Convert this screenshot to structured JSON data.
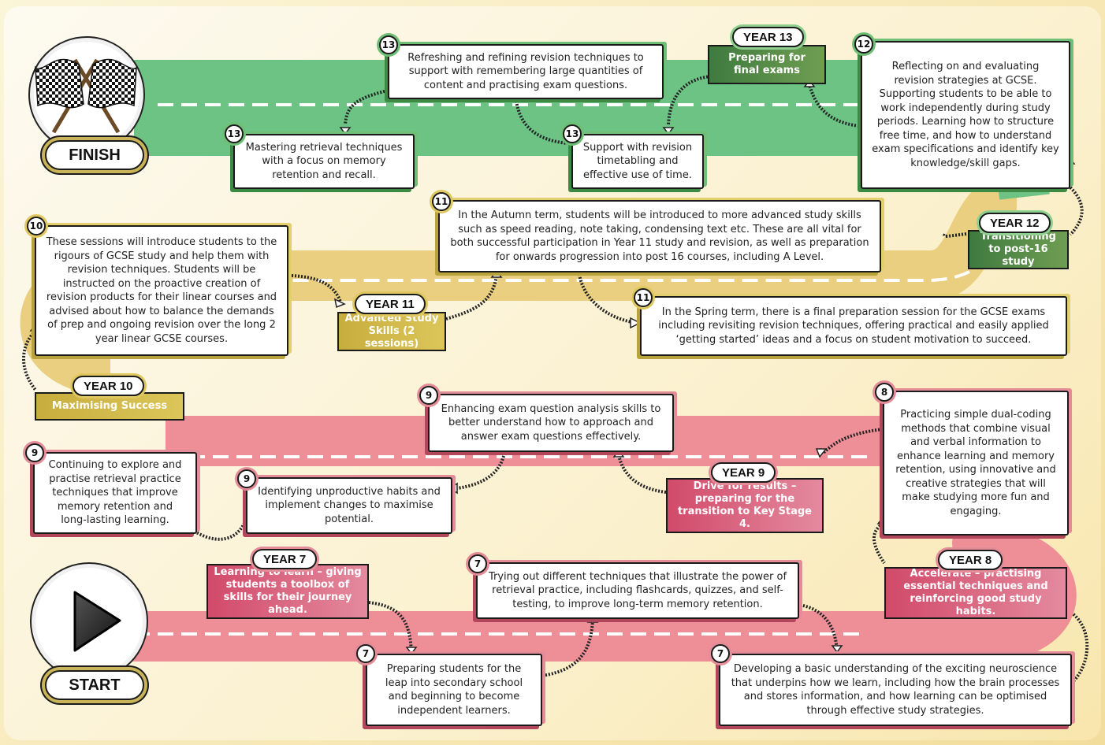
{
  "labels": {
    "finish": "FINISH",
    "start": "START"
  },
  "colors": {
    "green_road": "#6cc384",
    "yellow_road": "#e9cf7f",
    "red_road": "#ee8f98",
    "dash": "#ffffff"
  },
  "icons": {
    "finish": "checkered-flags-icon",
    "start": "play-icon"
  },
  "years": {
    "y13": {
      "pill": "YEAR 13",
      "title": "Preparing for final exams"
    },
    "y12": {
      "pill": "YEAR 12",
      "title": "Transitioning to post-16 study"
    },
    "y11": {
      "pill": "YEAR 11",
      "title": "Advanced Study Skills (2 sessions)"
    },
    "y10": {
      "pill": "YEAR 10",
      "title": "Maximising Success"
    },
    "y9": {
      "pill": "YEAR 9",
      "title": "Drive for results – preparing for the transition to Key Stage 4."
    },
    "y8": {
      "pill": "YEAR 8",
      "title": "Accelerate – practising essential techniques and reinforcing good study habits."
    },
    "y7": {
      "pill": "YEAR 7",
      "title": "Learning to learn – giving students a toolbox of skills for their journey ahead."
    }
  },
  "steps": {
    "s13a": {
      "num": "13",
      "text": "Refreshing and refining revision techniques to support with remembering large quantities of content and practising exam questions."
    },
    "s13b": {
      "num": "13",
      "text": "Mastering retrieval techniques with a focus on memory retention and recall."
    },
    "s13c": {
      "num": "13",
      "text": "Support with revision timetabling and effective use of time."
    },
    "s12": {
      "num": "12",
      "text": "Reflecting on and evaluating revision strategies at GCSE. Supporting students to be able to work independently during study periods. Learning how to structure free time, and how to understand exam specifications and identify key knowledge/skill gaps."
    },
    "s11a": {
      "num": "11",
      "text": "In the Autumn term, students will be introduced to more advanced study skills such as speed reading, note taking, condensing text etc. These are all vital for both successful participation in Year 11 study and revision, as well as preparation for onwards progression into post 16 courses, including A Level."
    },
    "s11b": {
      "num": "11",
      "text": "In the Spring term, there is a final preparation session for the GCSE exams including revisiting revision techniques, offering practical and easily applied ‘getting started’ ideas and a focus on student motivation to succeed."
    },
    "s10": {
      "num": "10",
      "text": "These sessions will introduce students to the rigours of GCSE study and help them with revision techniques. Students will be instructed on the proactive creation of revision products for their linear courses and advised about how to balance the demands of prep and ongoing revision over the long 2 year linear GCSE courses."
    },
    "s9a": {
      "num": "9",
      "text": "Enhancing exam question analysis skills to better understand how to approach and answer exam questions effectively."
    },
    "s9b": {
      "num": "9",
      "text": "Continuing to explore and practise retrieval practice techniques that improve memory retention and long-lasting learning."
    },
    "s9c": {
      "num": "9",
      "text": "Identifying unproductive habits and implement changes to maximise potential."
    },
    "s8": {
      "num": "8",
      "text": "Practicing simple dual-coding methods that combine visual and verbal information to enhance learning and memory retention, using innovative and creative strategies that will make studying more fun and engaging."
    },
    "s7a": {
      "num": "7",
      "text": "Trying out different techniques that illustrate the power of retrieval practice, including flashcards, quizzes, and self-testing, to improve long-term memory retention."
    },
    "s7b": {
      "num": "7",
      "text": "Preparing students for the leap into secondary school and beginning to become independent learners."
    },
    "s7c": {
      "num": "7",
      "text": "Developing a basic understanding of the exciting neuroscience that underpins how we learn, including how the brain processes and stores information, and how learning can be optimised through effective study strategies."
    }
  }
}
